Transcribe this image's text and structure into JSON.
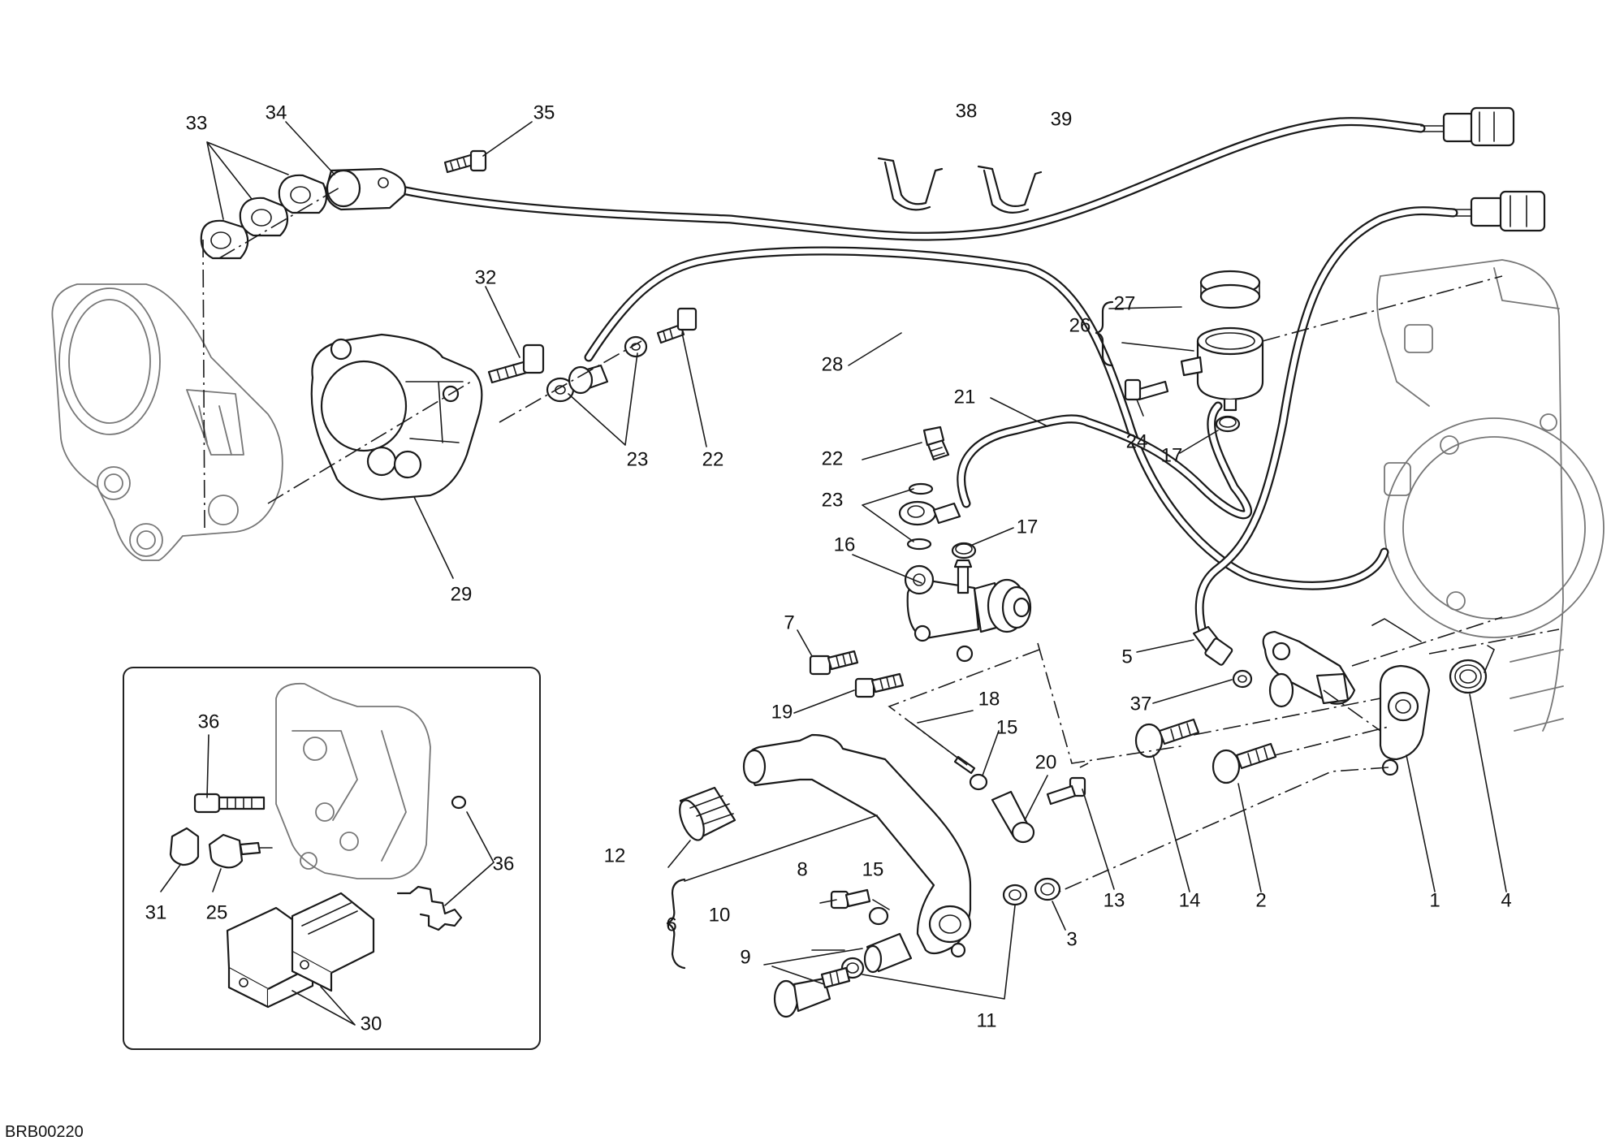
{
  "diagram": {
    "code": "BRB00220",
    "callouts": {
      "c1": "1",
      "c2": "2",
      "c3": "3",
      "c4": "4",
      "c5": "5",
      "c6": "6",
      "c7": "7",
      "c8": "8",
      "c9": "9",
      "c10": "10",
      "c11": "11",
      "c11b": "11",
      "c12": "12",
      "c13": "13",
      "c14": "14",
      "c15a": "15",
      "c15b": "15",
      "c16": "16",
      "c17a": "17",
      "c17b": "17",
      "c18": "18",
      "c19": "19",
      "c20": "20",
      "c21": "21",
      "c22a": "22",
      "c22b": "22",
      "c23a": "23",
      "c23b": "23",
      "c24": "24",
      "c25": "25",
      "c26": "26",
      "c27": "27",
      "c28": "28",
      "c29": "29",
      "c30": "30",
      "c31": "31",
      "c32": "32",
      "c33": "33",
      "c34": "34",
      "c35": "35",
      "c36a": "36",
      "c36b": "36",
      "c37": "37",
      "c38": "38",
      "c39": "39"
    }
  }
}
